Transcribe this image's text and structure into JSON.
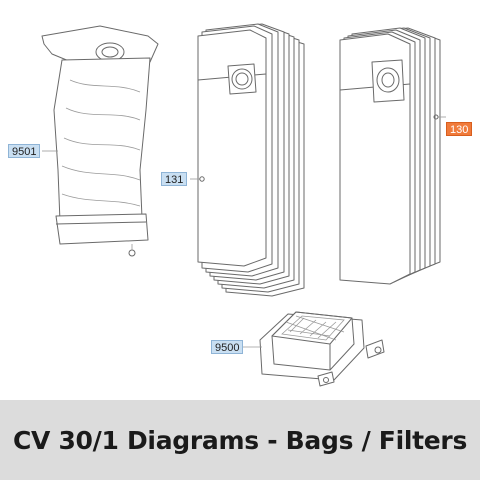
{
  "callouts": {
    "bag_9501": "9501",
    "part_131": "131",
    "part_130": "130",
    "filter_9500": "9500"
  },
  "colors": {
    "callout_fill": "#c9dff2",
    "callout_highlight": "#f07a3a",
    "footer_background": "#dcdcdc"
  },
  "footer": {
    "title": "CV 30/1 Diagrams - Bags / Filters"
  }
}
